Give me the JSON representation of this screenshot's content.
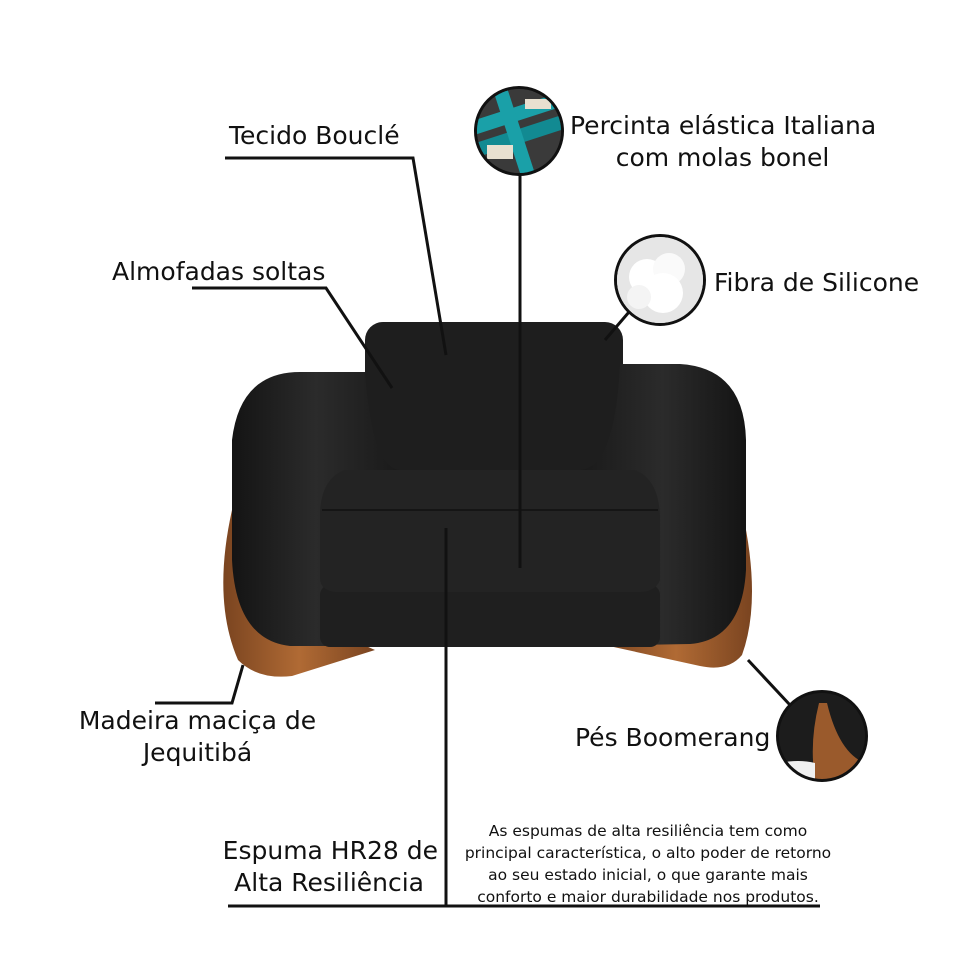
{
  "labels": {
    "tecido": "Tecido Bouclé",
    "percinta_line1": "Percinta elástica Italiana",
    "percinta_line2": "com molas bonel",
    "almofadas": "Almofadas soltas",
    "fibra": "Fibra de Silicone",
    "madeira_line1": "Madeira maciça de",
    "madeira_line2": "Jequitibá",
    "pes": "Pés Boomerang",
    "espuma_line1": "Espuma HR28 de",
    "espuma_line2": "Alta Resiliência"
  },
  "description": {
    "line1": "As espumas de alta resiliência tem como",
    "line2": "principal característica, o alto poder de retorno",
    "line3": "ao seu estado inicial, o que garante mais",
    "line4": "conforto e maior durabilidade nos produtos."
  },
  "colors": {
    "fabric": "#1c1c1c",
    "wood": "#9a5a2c",
    "percinta": "#1aa0a8",
    "line": "#111111"
  }
}
